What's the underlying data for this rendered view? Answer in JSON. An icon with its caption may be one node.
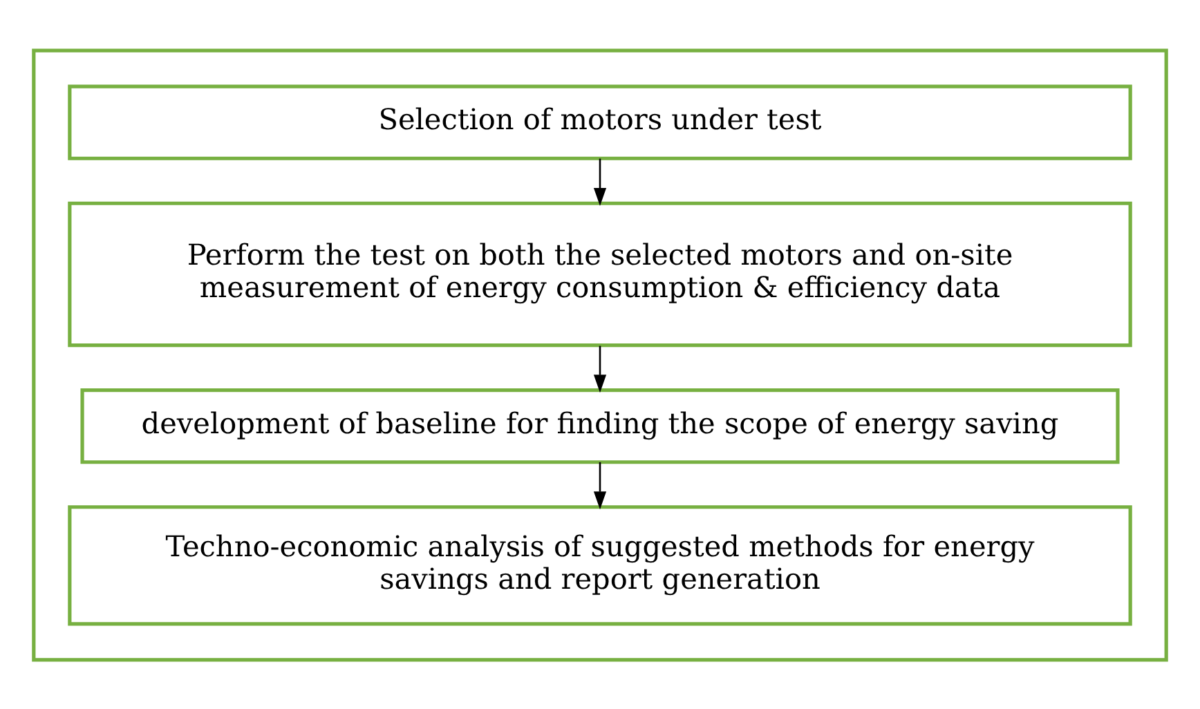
{
  "diagram": {
    "nodes": [
      {
        "text": [],
        "shape": "box"
      },
      {
        "text": [
          "Selection of motors under test"
        ],
        "in": 0
      },
      {
        "text": [
          "Perform the test on both the selected motors and on-site measurement of energy consumption & efficiency data"
        ],
        "in": 0
      },
      {
        "text": [
          "development of baseline for finding the scope of energy saving"
        ],
        "in": 0
      },
      {
        "text": [
          "Techno-economic analysis of suggested methods for energy savings and report generation"
        ],
        "in": 0
      }
    ],
    "edges": [
      {
        "from": 1,
        "to": 2,
        "arrow": "to"
      },
      {
        "from": 2,
        "to": 3,
        "arrow": "to"
      },
      {
        "from": 3,
        "to": 4,
        "arrow": "to"
      }
    ]
  }
}
